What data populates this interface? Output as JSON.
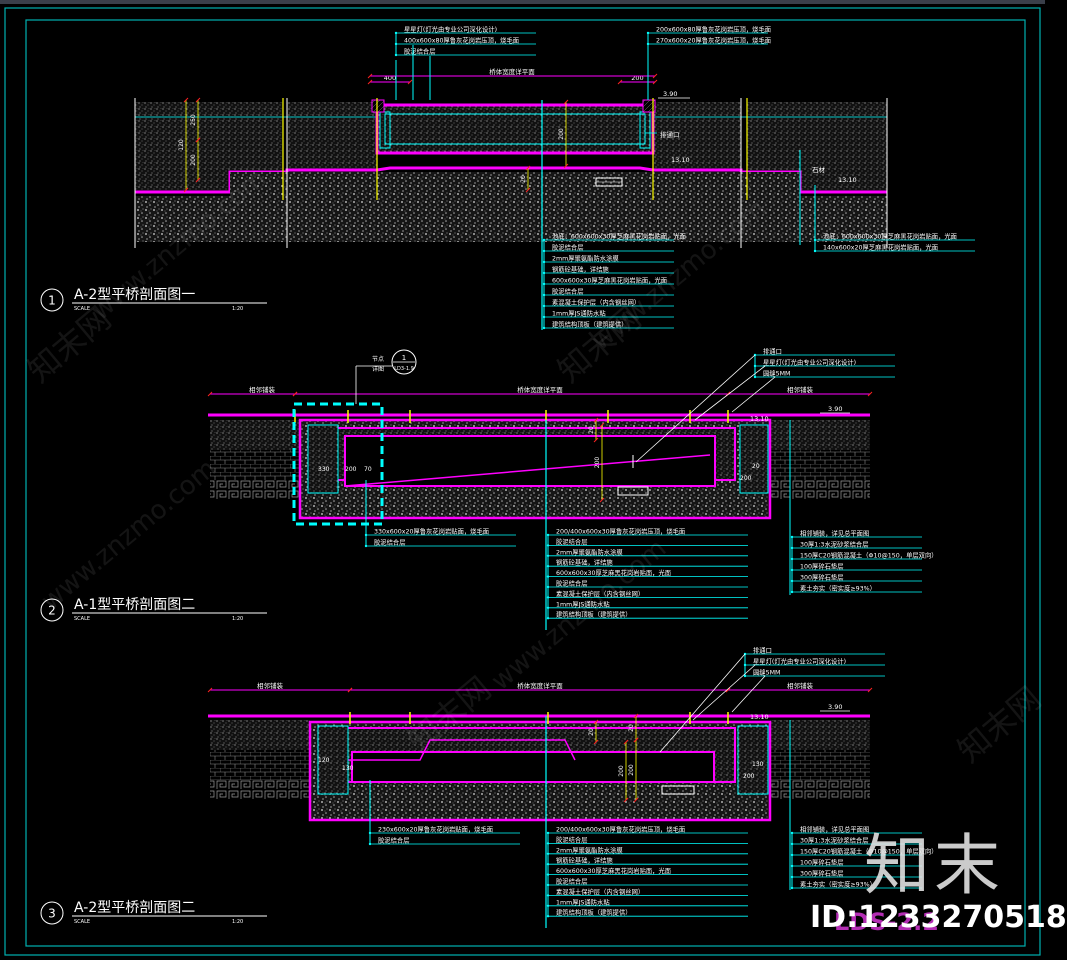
{
  "watermarks": {
    "site_en": "www.znzmo.com",
    "site_cn": "知末网",
    "logo_text": "知末",
    "id_text": "ID:1233270518",
    "overlay_text": "LDS-2.2"
  },
  "colors": {
    "frame": "#00b0b0",
    "magenta": "#ff00ff",
    "cyan": "#00ffff",
    "white": "#ffffff",
    "yellow": "#ffff00",
    "red": "#ff2020",
    "gray": "#9a9a9a"
  },
  "sections": [
    {
      "number": "1",
      "title": "A-2型平桥剖面图一",
      "scale_label": "SCALE",
      "scale_value": "1:20",
      "top_callouts_left": [
        "星星灯(灯光由专业公司深化设计)",
        "400x600x80厚鲁灰花岗岩压顶，烧毛面",
        "胶泥结合层"
      ],
      "top_callouts_right": [
        "200x600x80厚鲁灰花岗岩压顶，烧毛面",
        "270x600x20厚鲁灰花岗岩压顶，烧毛面"
      ],
      "span_label": "桥体宽度详平面",
      "dims": [
        "400",
        "200",
        "3.90",
        "250",
        "200",
        "120",
        "200",
        "200",
        "20",
        "13.10",
        "13.10"
      ],
      "side_labels": [
        "排通口",
        "石材"
      ],
      "bottom_callouts": [
        "池底：600x600x30厚芝麻黑花岗岩贴面，光面",
        "胶泥结合层",
        "2mm厚聚氨酯防水涂膜",
        "钢筋砼基础，详结施",
        "600x600x30厚芝麻黑花岗岩贴面，光面",
        "胶泥结合层",
        "素混凝土保护层（内含钢丝网）",
        "1mm厚JS通防水粘",
        "建筑结构顶板（建筑提供）"
      ],
      "right_callouts": [
        "池底：600x600x30厚芝麻黑花岗岩贴面，光面",
        "140x600x20厚芝麻黑花岗岩贴面，光面"
      ]
    },
    {
      "number": "2",
      "title": "A-1型平桥剖面图二",
      "scale_label": "SCALE",
      "scale_value": "1:20",
      "detail_tag": "1",
      "detail_sub": "LD3-1.9",
      "detail_labels": [
        "节点",
        "详图"
      ],
      "top_callouts": [
        "排通口",
        "星星灯(灯光由专业公司深化设计)",
        "圆缝5MM"
      ],
      "span_left": "相邻铺装",
      "span_mid": "桥体宽度详平面",
      "span_right": "相邻铺装",
      "dims": [
        "3.90",
        "13.10",
        "330",
        "200",
        "70",
        "200",
        "20",
        "13.10",
        "200",
        "20"
      ],
      "left_callouts": [
        "330x600x20厚鲁灰花岗岩贴面，烧毛面",
        "胶泥结合层"
      ],
      "bottom_callouts": [
        "200/400x600x30厚鲁灰花岗岩压顶，烧毛面",
        "胶泥结合层",
        "2mm厚聚氨酯防水涂膜",
        "钢筋砼基础，详结施",
        "600x600x30厚芝麻黑花岗岩贴面，光面",
        "胶泥结合层",
        "素混凝土保护层（内含钢丝网）",
        "1mm厚JS通防水粘",
        "建筑结构顶板（建筑提供）"
      ],
      "right_callouts": [
        "相邻铺装，详见总平面图",
        "30厚1:3水泥砂浆结合层",
        "150厚C20钢筋混凝土（Φ10@150，单层双向）",
        "100厚碎石垫层",
        "300厚碎石垫层",
        "素土夯实（密实度≥93%）"
      ]
    },
    {
      "number": "3",
      "title": "A-2型平桥剖面图二",
      "scale_label": "SCALE",
      "scale_value": "1:20",
      "top_callouts": [
        "排通口",
        "星星灯(灯光由专业公司深化设计)",
        "圆缝5MM"
      ],
      "span_left": "相邻铺装",
      "span_mid": "桥体宽度详平面",
      "span_right": "相邻铺装",
      "dims": [
        "3.90",
        "13.10",
        "20",
        "200",
        "120",
        "130",
        "20",
        "200",
        "200",
        "130"
      ],
      "left_callouts": [
        "230x600x20厚鲁灰花岗岩贴面，烧毛面",
        "胶泥结合层"
      ],
      "bottom_callouts": [
        "200/400x600x30厚鲁灰花岗岩压顶，烧毛面",
        "胶泥结合层",
        "2mm厚聚氨酯防水涂膜",
        "钢筋砼基础，详结施",
        "600x600x30厚芝麻黑花岗岩贴面，光面",
        "胶泥结合层",
        "素混凝土保护层（内含钢丝网）",
        "1mm厚JS通防水粘",
        "建筑结构顶板（建筑提供）"
      ],
      "right_callouts": [
        "相邻铺装，详见总平面图",
        "30厚1:3水泥砂浆结合层",
        "150厚C20钢筋混凝土（Φ10@150，单层双向）",
        "100厚碎石垫层",
        "300厚碎石垫层",
        "素土夯实（密实度≥93%）"
      ]
    }
  ]
}
